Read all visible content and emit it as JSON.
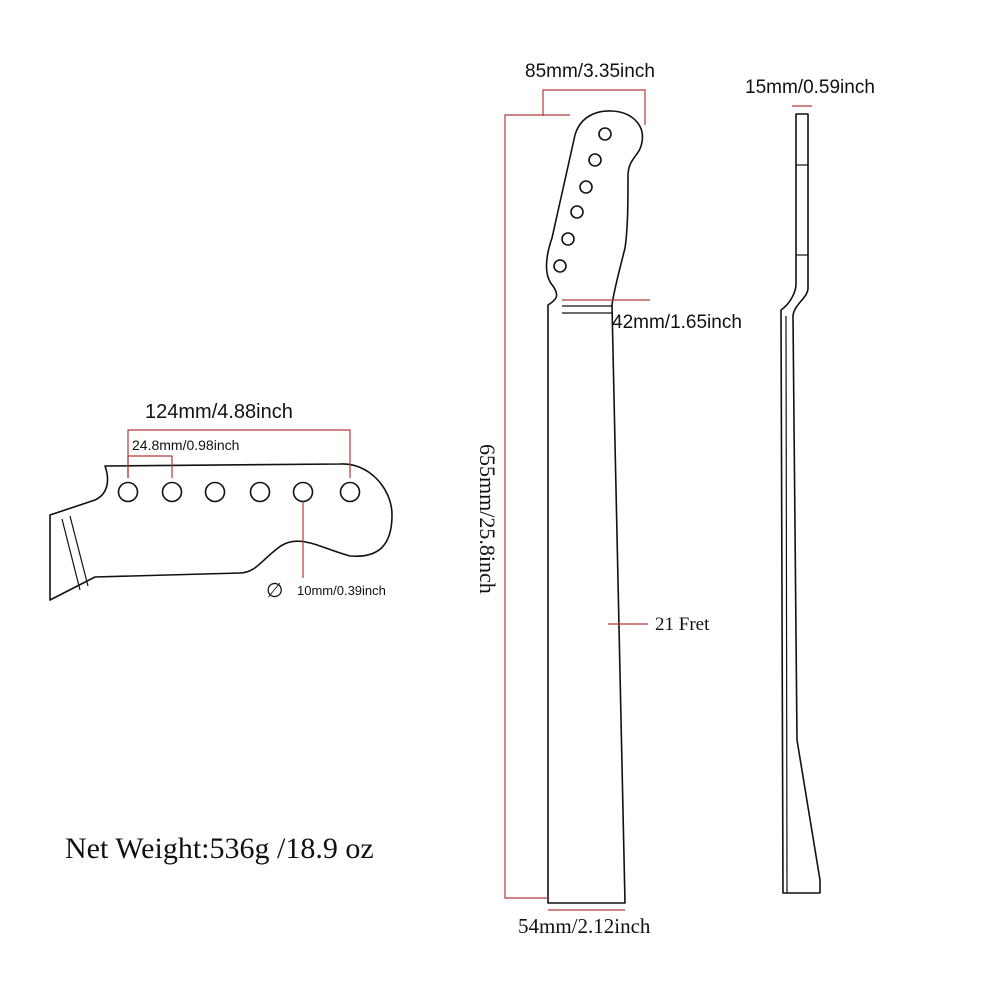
{
  "headstock_detail": {
    "width_label": "124mm/4.88inch",
    "spacing_label": "24.8mm/0.98inch",
    "hole_label": "10mm/0.39inch",
    "diameter_symbol": "∅"
  },
  "neck_front": {
    "head_width_label": "85mm/3.35inch",
    "nut_width_label": "42mm/1.65inch",
    "length_label": "655mm/25.8inch",
    "fret_label": "21 Fret",
    "heel_width_label": "54mm/2.12inch"
  },
  "neck_side": {
    "thickness_label": "15mm/0.59inch"
  },
  "weight_label": "Net Weight:536g /18.9 oz",
  "colors": {
    "line": "#111111",
    "dimension": "#b03a3a",
    "background": "#ffffff"
  }
}
